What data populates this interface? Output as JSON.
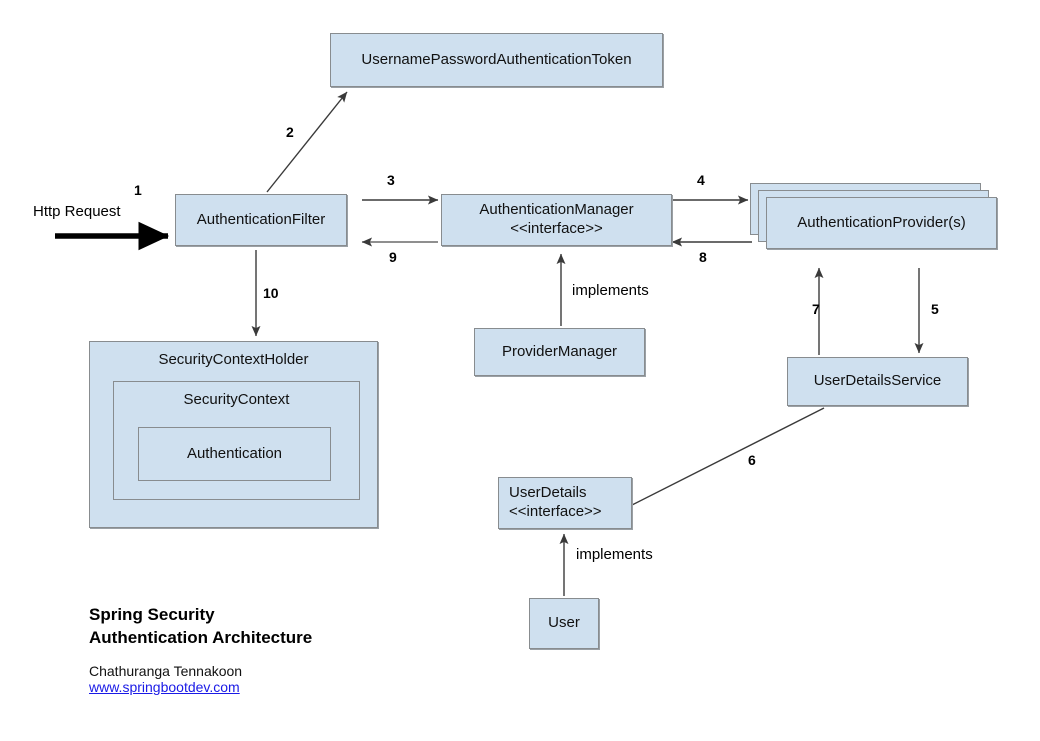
{
  "diagram": {
    "title_line1": "Spring Security",
    "title_line2": "Authentication Architecture",
    "author": "Chathuranga Tennakoon",
    "website": "www.springbootdev.com",
    "colors": {
      "node_fill": "#cfe0ef",
      "node_border": "#888c8f",
      "link": "#1a1ae6",
      "background": "#ffffff",
      "arrow": "#3a3a3a"
    },
    "nodes": {
      "token": {
        "label": "UsernamePasswordAuthenticationToken"
      },
      "auth_filter": {
        "label": "AuthenticationFilter"
      },
      "auth_manager": {
        "label_line1": "AuthenticationManager",
        "label_line2": "<<interface>>"
      },
      "auth_provider": {
        "label": "AuthenticationProvider(s)"
      },
      "provider_manager": {
        "label": "ProviderManager"
      },
      "user_details_service": {
        "label": "UserDetailsService"
      },
      "user_details": {
        "label_line1": "UserDetails",
        "label_line2": "<<interface>>"
      },
      "user": {
        "label": "User"
      },
      "security_context_holder": {
        "label": "SecurityContextHolder"
      },
      "security_context": {
        "label": "SecurityContext"
      },
      "authentication": {
        "label": "Authentication"
      }
    },
    "edges": [
      {
        "id": "1",
        "label": "1",
        "text": "Http Request",
        "from": "external",
        "to": "auth_filter"
      },
      {
        "id": "2",
        "label": "2",
        "from": "auth_filter",
        "to": "token"
      },
      {
        "id": "3",
        "label": "3",
        "from": "auth_filter",
        "to": "auth_manager"
      },
      {
        "id": "4",
        "label": "4",
        "from": "auth_manager",
        "to": "auth_provider"
      },
      {
        "id": "5",
        "label": "5",
        "from": "auth_provider",
        "to": "user_details_service"
      },
      {
        "id": "6",
        "label": "6",
        "from": "user_details",
        "to": "user_details_service"
      },
      {
        "id": "7",
        "label": "7",
        "from": "user_details_service",
        "to": "auth_provider"
      },
      {
        "id": "8",
        "label": "8",
        "from": "auth_provider",
        "to": "auth_manager"
      },
      {
        "id": "9",
        "label": "9",
        "from": "auth_manager",
        "to": "auth_filter"
      },
      {
        "id": "10",
        "label": "10",
        "from": "auth_filter",
        "to": "security_context_holder"
      },
      {
        "id": "impl_manager",
        "label": "implements",
        "from": "provider_manager",
        "to": "auth_manager"
      },
      {
        "id": "impl_user",
        "label": "implements",
        "from": "user",
        "to": "user_details"
      }
    ]
  }
}
